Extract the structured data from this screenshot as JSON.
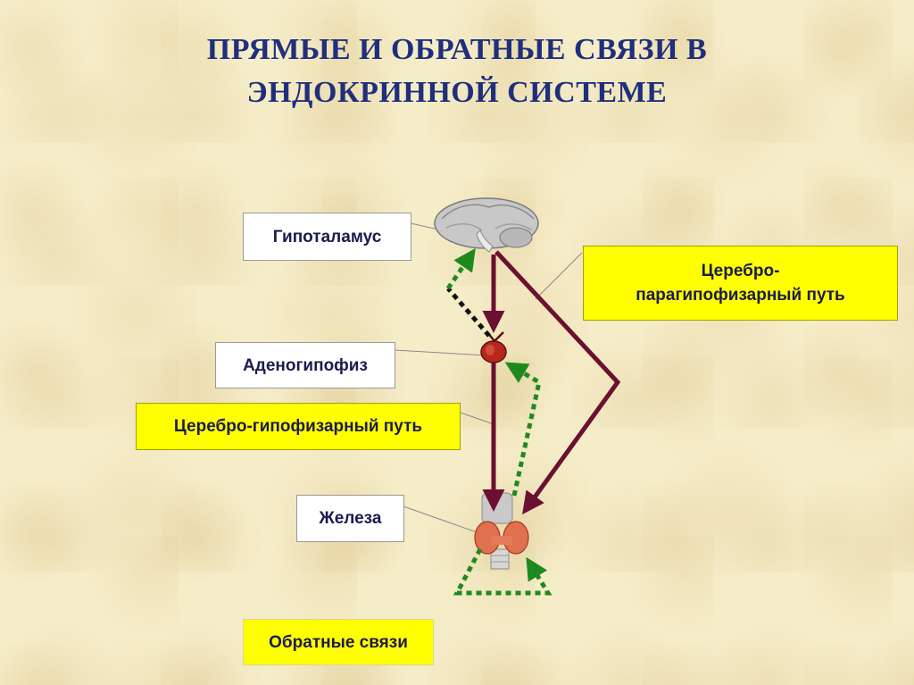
{
  "title": {
    "line1": "ПРЯМЫЕ И ОБРАТНЫЕ СВЯЗИ В",
    "line2": "ЭНДОКРИННОЙ СИСТЕМЕ"
  },
  "labels": {
    "hypothalamus": "Гипоталамус",
    "adenohypophysis": "Аденогипофиз",
    "gland": "Железа",
    "cerebro_parahypophyseal_line1": "Церебро-",
    "cerebro_parahypophyseal_line2": "парагипофизарный путь",
    "cerebro_hypophyseal": "Церебро-гипофизарный путь",
    "feedback": "Обратные связи"
  },
  "colors": {
    "title": "#1f2f7c",
    "direct_path": "#6b1030",
    "feedback_path": "#1e8a1e",
    "feedback_alt": "#111111",
    "highlight_box": "#ffff00"
  },
  "icons": {
    "brain": "brain-icon",
    "pituitary": "pituitary-gland-icon",
    "thyroid": "thyroid-gland-icon"
  }
}
